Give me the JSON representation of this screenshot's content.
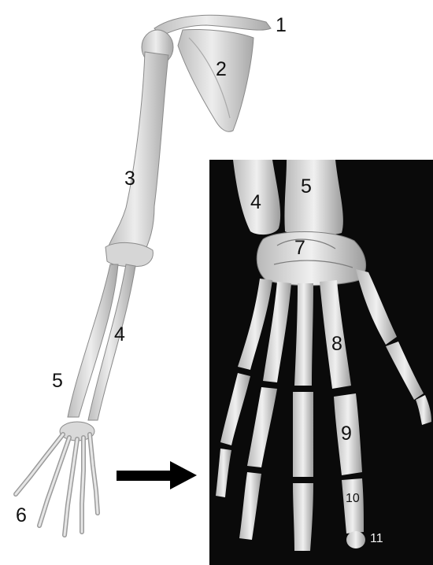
{
  "labels": {
    "arm": {
      "l1": "1",
      "l2": "2",
      "l3": "3",
      "l4": "4",
      "l5": "5",
      "l6": "6"
    },
    "hand": {
      "l4": "4",
      "l5": "5",
      "l7": "7",
      "l8": "8",
      "l9": "9",
      "l10": "10",
      "l11": "11"
    }
  },
  "colors": {
    "bone": "#e3e3e3",
    "bone_shade": "#9a9a9a",
    "photo_background": "#0a0a0a",
    "arrow": "#000000"
  }
}
